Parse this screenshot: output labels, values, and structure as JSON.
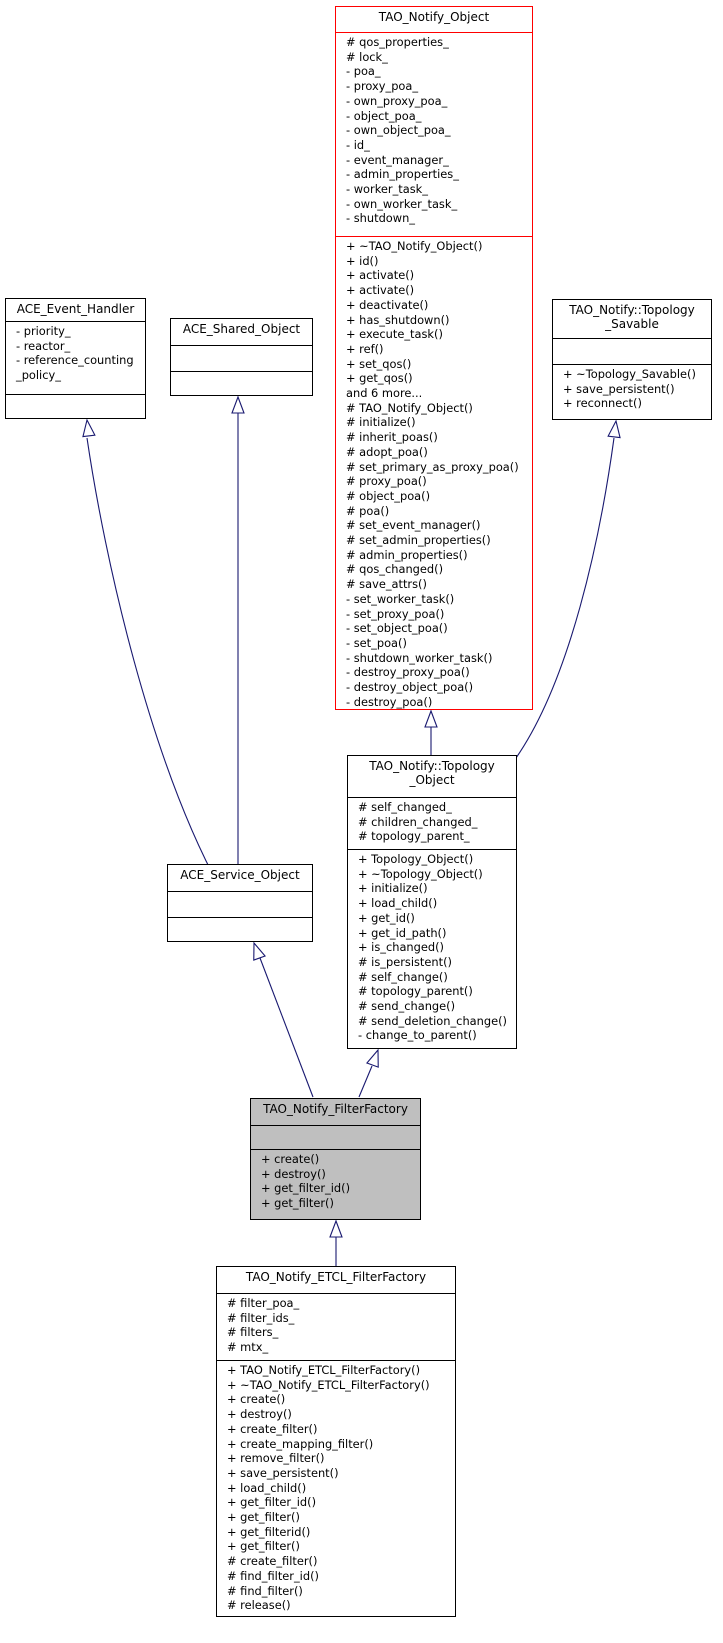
{
  "colors": {
    "edge": "#191970",
    "highlight_border": "#ff0000",
    "current_fill": "#bfbfbf"
  },
  "classes": {
    "tao_notify_object": {
      "name": "TAO_Notify_Object",
      "attributes": [
        "# qos_properties_",
        "# lock_",
        "- poa_",
        "- proxy_poa_",
        "- own_proxy_poa_",
        "- object_poa_",
        "- own_object_poa_",
        "- id_",
        "- event_manager_",
        "- admin_properties_",
        "- worker_task_",
        "- own_worker_task_",
        "- shutdown_"
      ],
      "methods": [
        "+ ~TAO_Notify_Object()",
        "+ id()",
        "+ activate()",
        "+ activate()",
        "+ deactivate()",
        "+ has_shutdown()",
        "+ execute_task()",
        "+ ref()",
        "+ set_qos()",
        "+ get_qos()",
        "and 6 more...",
        "# TAO_Notify_Object()",
        "# initialize()",
        "# inherit_poas()",
        "# adopt_poa()",
        "# set_primary_as_proxy_poa()",
        "# proxy_poa()",
        "# object_poa()",
        "# poa()",
        "# set_event_manager()",
        "# set_admin_properties()",
        "# admin_properties()",
        "# qos_changed()",
        "# save_attrs()",
        "- set_worker_task()",
        "- set_proxy_poa()",
        "- set_object_poa()",
        "- set_poa()",
        "- shutdown_worker_task()",
        "- destroy_proxy_poa()",
        "- destroy_object_poa()",
        "- destroy_poa()"
      ]
    },
    "ace_event_handler": {
      "name": "ACE_Event_Handler",
      "attributes": [
        "- priority_",
        "- reactor_",
        "- reference_counting\n_policy_"
      ],
      "methods": []
    },
    "ace_shared_object": {
      "name": "ACE_Shared_Object",
      "attributes": [],
      "methods": []
    },
    "topology_savable": {
      "name": "TAO_Notify::Topology\n_Savable",
      "attributes": [],
      "methods": [
        "+ ~Topology_Savable()",
        "+ save_persistent()",
        "+ reconnect()"
      ]
    },
    "topology_object": {
      "name": "TAO_Notify::Topology\n_Object",
      "attributes": [
        "# self_changed_",
        "# children_changed_",
        "# topology_parent_"
      ],
      "methods": [
        "+ Topology_Object()",
        "+ ~Topology_Object()",
        "+ initialize()",
        "+ load_child()",
        "+ get_id()",
        "+ get_id_path()",
        "+ is_changed()",
        "# is_persistent()",
        "# self_change()",
        "# topology_parent()",
        "# send_change()",
        "# send_deletion_change()",
        "- change_to_parent()"
      ]
    },
    "ace_service_object": {
      "name": "ACE_Service_Object",
      "attributes": [],
      "methods": []
    },
    "filter_factory": {
      "name": "TAO_Notify_FilterFactory",
      "attributes": [],
      "methods": [
        "+ create()",
        "+ destroy()",
        "+ get_filter_id()",
        "+ get_filter()"
      ]
    },
    "etcl_filter_factory": {
      "name": "TAO_Notify_ETCL_FilterFactory",
      "attributes": [
        "# filter_poa_",
        "# filter_ids_",
        "# filters_",
        "# mtx_"
      ],
      "methods": [
        "+ TAO_Notify_ETCL_FilterFactory()",
        "+ ~TAO_Notify_ETCL_FilterFactory()",
        "+ create()",
        "+ destroy()",
        "+ create_filter()",
        "+ create_mapping_filter()",
        "+ remove_filter()",
        "+ save_persistent()",
        "+ load_child()",
        "+ get_filter_id()",
        "+ get_filter()",
        "+ get_filterid()",
        "+ get_filter()",
        "# create_filter()",
        "# find_filter_id()",
        "# find_filter()",
        "# release()"
      ]
    }
  }
}
